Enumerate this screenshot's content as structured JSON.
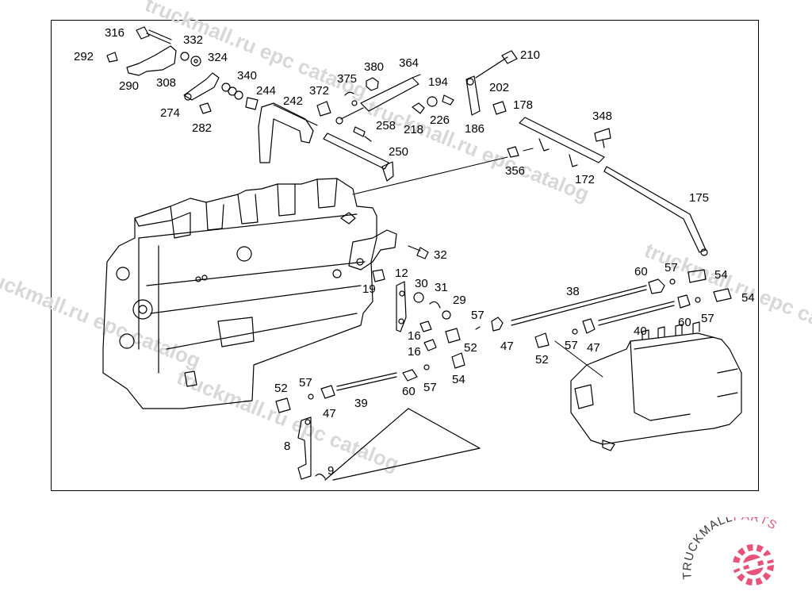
{
  "part_labels": [
    "316",
    "332",
    "292",
    "324",
    "290",
    "308",
    "340",
    "274",
    "282",
    "244",
    "242",
    "372",
    "375",
    "380",
    "364",
    "194",
    "210",
    "202",
    "218",
    "226",
    "258",
    "186",
    "178",
    "250",
    "348",
    "356",
    "172",
    "175",
    "32",
    "12",
    "30",
    "31",
    "29",
    "19",
    "38",
    "60",
    "57",
    "54",
    "16",
    "52",
    "47",
    "40",
    "39",
    "8",
    "9"
  ],
  "watermarks": [
    "truckmall.ru epc catalog",
    "truckmall.ru epc catalog",
    "truckmall.ru epc catalog",
    "truckmall.ru epc catalog",
    "truckmall.ru epc catalog"
  ],
  "logo": {
    "text_dark": "TRUCKMALL",
    "text_accent": "PARTS",
    "accent_color": "#e8537a",
    "dark_color": "#3a3a3a"
  }
}
